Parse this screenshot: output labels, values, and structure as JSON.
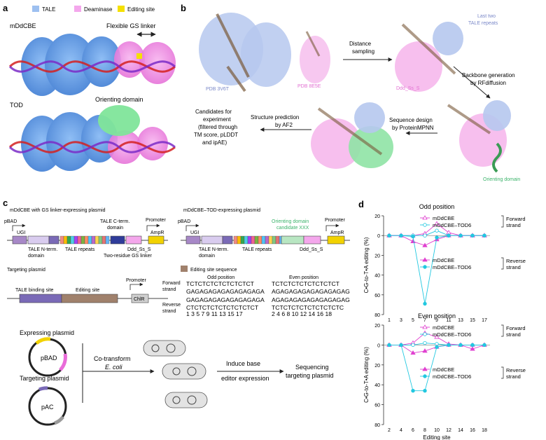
{
  "panels": {
    "a": "a",
    "b": "b",
    "c": "c",
    "d": "d"
  },
  "legend_a": {
    "tale": "TALE",
    "deaminase": "Deaminase",
    "site": "Editing site"
  },
  "colors": {
    "tale": "#6fa3e8",
    "deaminase": "#f08be0",
    "site": "#f5e000",
    "green": "#7fe59a",
    "gs": "#c9963a",
    "pbad": "#a788c7",
    "ampr": "#f2d200",
    "tod": "#b8e6c2",
    "brown": "#a0816c",
    "odd": "#e040d0",
    "even": "#22c8e0",
    "axis": "#333333"
  },
  "a": {
    "mddcbe": "mDdCBE",
    "linker": "Flexible GS linker",
    "orienting": "Orienting domain",
    "tod": "TOD"
  },
  "b": {
    "pdb1": "PDB 3V6T",
    "pdb2": "PDB 8E5E",
    "last1": "Last two",
    "last2": "TALE repeats",
    "dist1": "Distance",
    "dist2": "sampling",
    "dss": "Ddd_Ss_S",
    "bb1": "Backbone generation",
    "bb2": "by RFdiffusion",
    "seq1": "Sequence design",
    "seq2": "by ProteinMPNN",
    "orient": "Orienting domain",
    "sp1": "Structure prediction",
    "sp2": "by AF2",
    "c1": "Candidates for",
    "c2": "experiment",
    "c3": "(filtered through",
    "c4": "TM score, pLDDT",
    "c5": "and ipAE)"
  },
  "c": {
    "title1": "mDdCBE with GS linker-expressing plasmid",
    "title2": "mDdCBE–TOD-expressing plasmid",
    "pbad": "pBAD",
    "ugi": "UGI",
    "promoter": "Promoter",
    "ampr": "AmpR",
    "cterm1": "TALE C-term.",
    "cterm2": "domain",
    "nterm1": "TALE N-term.",
    "nterm2": "domain",
    "repeats": "TALE repeats",
    "dss": "Ddd_Ss_S",
    "gs": "Two-residue GS linker",
    "odc1": "Orienting domain",
    "odc2": "candidate XXX",
    "targeting": "Targeting plasmid",
    "editseq": "Editing site sequence",
    "tbs": "TALE binding site",
    "esite": "Editing site",
    "chlr": "ChlR",
    "oddpos": "Odd position",
    "evenpos": "Even position",
    "fwd1": "Forward",
    "fwd2": "strand",
    "rev1": "Reverse",
    "rev2": "strand",
    "fwd_odd": "TCTCTCTCTCTCTCTCT",
    "rev_odd_top": "GAGAGAGAGAGAGAGAGA",
    "fwd_even": "TCTCTCTCTCTCTCTCT",
    "rev_even_top": "AGAGAGAGAGAGAGAGAG",
    "mid_odd": "GAGAGAGAGAGAGAGAGA",
    "mid_even": "AGAGAGAGAGAGAGAGAG",
    "rev_odd": "CTCTCTCTCTCTCTCTCT",
    "rev_even": "TCTCTCTCTCTCTCTCTC",
    "nums_odd": "1  3  5  7  9 11 13 15 17",
    "nums_even": "2  4  6  8 10 12 14 16 18",
    "exp": "Expressing plasmid",
    "tgt": "Targeting plasmid",
    "pac": "pAC",
    "co1": "Co-transform",
    "co2": "E. coli",
    "ind1": "Induce base",
    "ind2": "editor expression",
    "seq1": "Sequencing",
    "seq2": "targeting plasmid"
  },
  "chart_data": [
    {
      "type": "line",
      "title": "Odd position",
      "xlabel": "",
      "ylabel": "C•G-to-T•A editing (%)",
      "ylim": [
        -20,
        80
      ],
      "yticks": [
        "20",
        "0",
        "20",
        "40",
        "60",
        "80"
      ],
      "x": [
        1,
        3,
        5,
        7,
        9,
        11,
        13,
        15,
        17
      ],
      "xticklabels": [
        "1",
        "3",
        "5",
        "7",
        "9",
        "11",
        "13",
        "15",
        "17"
      ],
      "series": [
        {
          "name": "mDdCBE",
          "strand": "Forward strand",
          "values": [
            0,
            0,
            0,
            2,
            12,
            3,
            0,
            0,
            0
          ]
        },
        {
          "name": "mDdCBE–TOD6",
          "strand": "Forward strand",
          "values": [
            0,
            0,
            0,
            0,
            5,
            0,
            0,
            0,
            0
          ]
        },
        {
          "name": "mDdCBE",
          "strand": "Reverse strand",
          "values": [
            0,
            0,
            6,
            10,
            4,
            0,
            0,
            0,
            0
          ]
        },
        {
          "name": "mDdCBE–TOD6",
          "strand": "Reverse strand",
          "values": [
            0,
            0,
            1,
            69,
            2,
            0,
            0,
            0,
            0
          ]
        }
      ]
    },
    {
      "type": "line",
      "title": "Even position",
      "xlabel": "Editing site",
      "ylabel": "C•G-to-T•A editing (%)",
      "ylim": [
        -20,
        80
      ],
      "yticks": [
        "20",
        "0",
        "20",
        "40",
        "60",
        "80"
      ],
      "x": [
        2,
        4,
        6,
        8,
        10,
        12,
        14,
        16,
        18
      ],
      "xticklabels": [
        "2",
        "4",
        "6",
        "8",
        "10",
        "12",
        "14",
        "16",
        "18"
      ],
      "series": [
        {
          "name": "mDdCBE",
          "strand": "Forward strand",
          "values": [
            0,
            0,
            2,
            12,
            8,
            1,
            0,
            0,
            0
          ]
        },
        {
          "name": "mDdCBE–TOD6",
          "strand": "Forward strand",
          "values": [
            0,
            0,
            0,
            2,
            1,
            0,
            0,
            0,
            0
          ]
        },
        {
          "name": "mDdCBE",
          "strand": "Reverse strand",
          "values": [
            0,
            0,
            8,
            6,
            2,
            0,
            0,
            4,
            0
          ]
        },
        {
          "name": "mDdCBE–TOD6",
          "strand": "Reverse strand",
          "values": [
            0,
            0,
            46,
            46,
            2,
            0,
            0,
            0,
            0
          ]
        }
      ]
    }
  ],
  "legend_d": {
    "fwd1": "Forward",
    "fwd2": "strand",
    "rev1": "Reverse",
    "rev2": "strand"
  }
}
